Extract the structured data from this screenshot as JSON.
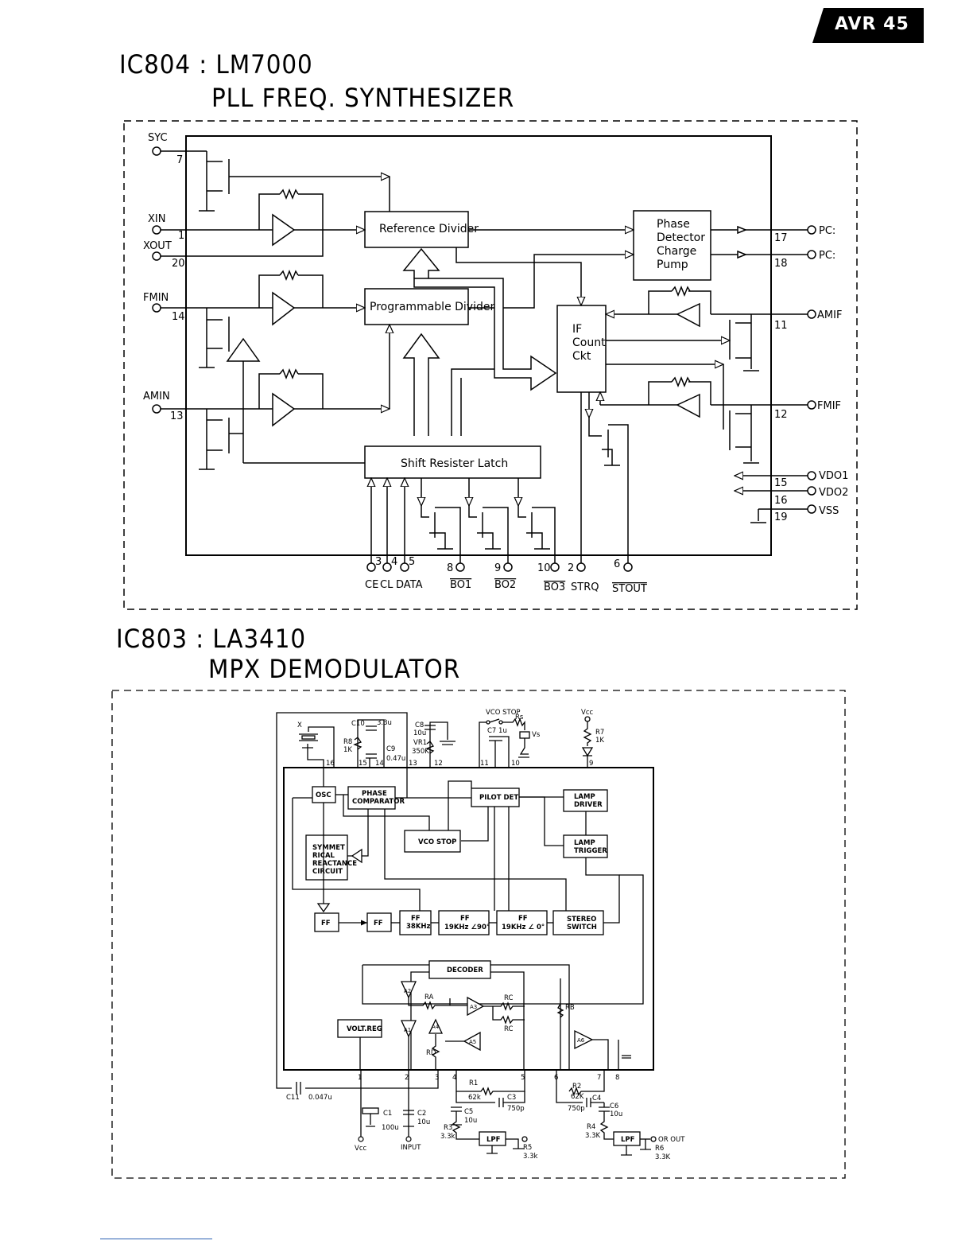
{
  "header": {
    "badge_text": "AVR 45",
    "badge_color": "#000000"
  },
  "ic804": {
    "title_line1": "IC804 : LM7000",
    "title_line2": "PLL FREQ. SYNTHESIZER",
    "blocks": {
      "reference_divider": "Reference Divider",
      "programmable_divider": "Programmable Divider",
      "phase_detector": [
        "Phase",
        "Detector",
        "Charge",
        "Pump"
      ],
      "if_count": [
        "IF",
        "Count",
        "Ckt"
      ],
      "shift_register": "Shift Resister Latch"
    },
    "pins_left": [
      {
        "label": "SYC",
        "num": "7"
      },
      {
        "label": "XIN",
        "num": "1"
      },
      {
        "label": "XOUT",
        "num": "20"
      },
      {
        "label": "FMIN",
        "num": "14"
      },
      {
        "label": "AMIN",
        "num": "13"
      }
    ],
    "pins_right": [
      {
        "label": "PC:",
        "num": "17"
      },
      {
        "label": "PC:",
        "num": "18"
      },
      {
        "label": "AMIF",
        "num": "11"
      },
      {
        "label": "FMIF",
        "num": "12"
      },
      {
        "label": "VDO1",
        "num": "15"
      },
      {
        "label": "VDO2",
        "num": "16"
      },
      {
        "label": "VSS",
        "num": "19"
      }
    ],
    "pins_bottom": [
      {
        "label": "CE",
        "num": "3"
      },
      {
        "label": "CL",
        "num": "4"
      },
      {
        "label": "DATA",
        "num": "5"
      },
      {
        "label": "BO1",
        "num": "8"
      },
      {
        "label": "BO2",
        "num": "9"
      },
      {
        "label": "BO3",
        "num": "10"
      },
      {
        "label": "STRQ",
        "num": "2"
      },
      {
        "label": "STOUT",
        "num": "6"
      }
    ]
  },
  "ic803": {
    "title_line1": "IC803 : LA3410",
    "title_line2": "MPX DEMODULATOR",
    "blocks": {
      "osc": "OSC",
      "phase_comparator": [
        "PHASE",
        "COMPARATOR"
      ],
      "pilot_det": "PILOT DET",
      "lamp_driver": [
        "LAMP",
        "DRIVER"
      ],
      "lamp_trigger": [
        "LAMP",
        "TRIGGER"
      ],
      "vco_stop": "VCO STOP",
      "symmetrical": [
        "SYMMET",
        "RICAL",
        "REACTANCE",
        "CIRCUIT"
      ],
      "ff1": "FF",
      "ff2": "FF",
      "ff38": [
        "FF",
        "38KHz"
      ],
      "ff19_90": [
        "FF",
        "19KHz ∠90°"
      ],
      "ff19_0": [
        "FF",
        "19KHz ∠ 0°"
      ],
      "stereo_switch": [
        "STEREO",
        "SWITCH"
      ],
      "decoder": "DECODER",
      "volt_reg": "VOLT.REG",
      "lpf": "LPF"
    },
    "labels": {
      "x": "X",
      "c10": "C10",
      "c10v": "3.3u",
      "r8": "R8",
      "r8v": "1K",
      "c9": "C9",
      "c9v": "0.47u",
      "c8": "C8",
      "c8v": "10u",
      "vr1": "VR1",
      "vr1v": "350K",
      "vco_stop": "VCO STOP",
      "rs": "Rs",
      "c7": "C7 1u",
      "vs": "Vs",
      "vcc": "Vcc",
      "r7": "R7",
      "r7v": "1K",
      "ra": "RA",
      "rb": "RB",
      "rc": "RC",
      "rd": "RD",
      "a1": "A1",
      "a2": "A2",
      "a3": "A3",
      "a4": "A4",
      "a5": "A5",
      "a6": "A6",
      "c11": "C11",
      "c11v": "0.047u",
      "c1": "C1",
      "c1v": "100u",
      "c2": "C2",
      "c2v": "10u",
      "r1": "R1",
      "r1v": "62k",
      "c3": "C3",
      "c3v": "750p",
      "c5": "C5",
      "c5v": "10u",
      "r3": "R3",
      "r3v": "3.3k",
      "r5": "R5",
      "r5v": "3.3k",
      "r2": "R2",
      "r2v": "62K",
      "c4": "C4",
      "c4v": "750p",
      "c6": "C6",
      "c6v": "10u",
      "r4": "R4",
      "r4v": "3.3K",
      "or_out": "OR OUT",
      "r6": "R6",
      "r6v": "3.3K",
      "input": "INPUT",
      "vcc_bottom": "Vcc"
    },
    "pins": [
      "1",
      "2",
      "3",
      "4",
      "5",
      "6",
      "7",
      "8",
      "9",
      "10",
      "11",
      "12",
      "13",
      "14",
      "15",
      "16"
    ]
  }
}
